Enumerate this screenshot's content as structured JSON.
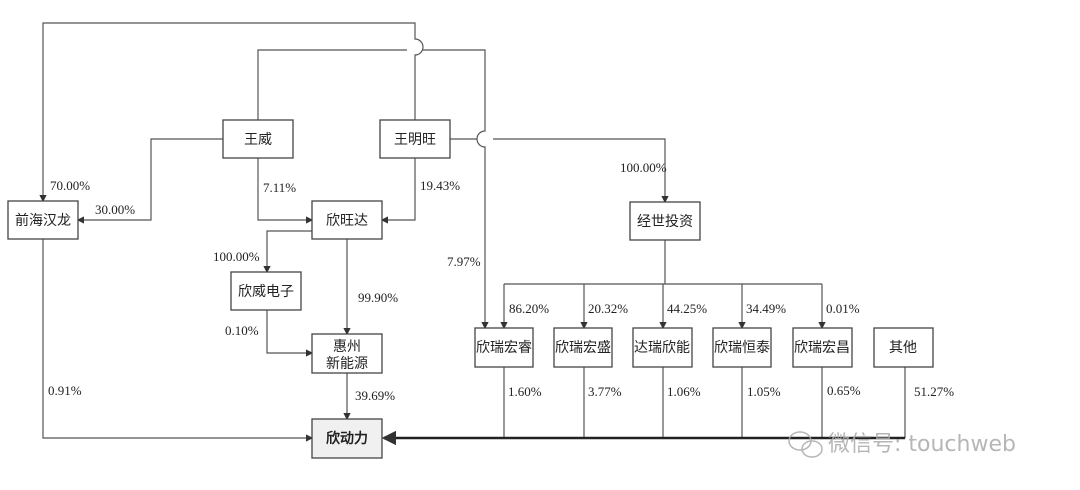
{
  "entities": {
    "qianhai": "前海汉龙",
    "wangwei": "王威",
    "wangmingwang": "王明旺",
    "xinwangda": "欣旺达",
    "xinwei": "欣威电子",
    "huizhou_1": "惠州",
    "huizhou_2": "新能源",
    "xindongli": "欣动力",
    "jingshi": "经世投资",
    "xrhr": "欣瑞宏睿",
    "xrhs": "欣瑞宏盛",
    "drxn": "达瑞欣能",
    "xrht": "欣瑞恒泰",
    "xrhc": "欣瑞宏昌",
    "other": "其他"
  },
  "edges": {
    "wmw_qianhai": "70.00%",
    "ww_qianhai": "30.00%",
    "ww_xwd": "7.11%",
    "wmw_xwd": "19.43%",
    "xwd_xinwei": "100.00%",
    "xinwei_hz": "0.10%",
    "xwd_hz": "99.90%",
    "hz_xdl": "39.69%",
    "qianhai_xdl": "0.91%",
    "wmw_jingshi": "100.00%",
    "ww_xrhr": "7.97%",
    "js_xrhr": "86.20%",
    "js_xrhs": "20.32%",
    "js_drxn": "44.25%",
    "js_xrht": "34.49%",
    "js_xrhc": "0.01%",
    "xrhr_xdl": "1.60%",
    "xrhs_xdl": "3.77%",
    "drxn_xdl": "1.06%",
    "xrht_xdl": "1.05%",
    "xrhc_xdl": "0.65%",
    "other_xdl": "51.27%"
  },
  "watermark": "微信号: touchweb"
}
